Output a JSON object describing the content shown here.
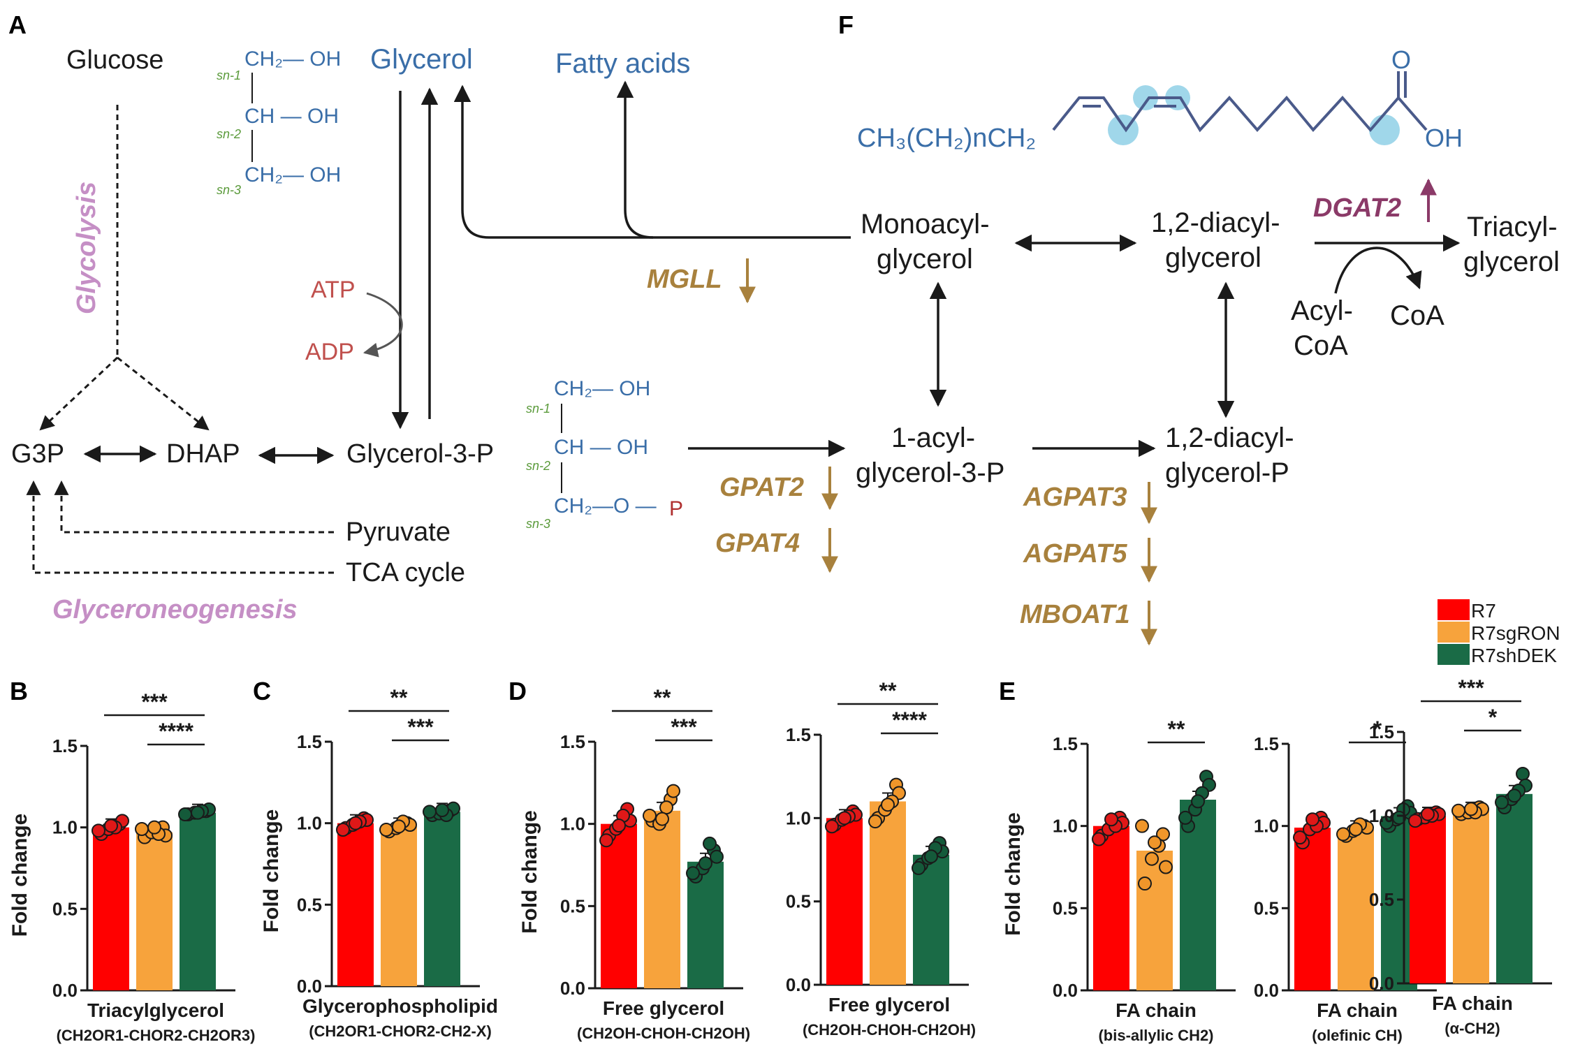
{
  "panel_letters": {
    "A": "A",
    "F": "F",
    "B": "B",
    "C": "C",
    "D": "D",
    "E": "E"
  },
  "colors": {
    "blue": "#3a6ea8",
    "green_label": "#5a9a3a",
    "red_label": "#c0504d",
    "gold": "#a8813d",
    "purple": "#8b3a68",
    "lilac": "#c58fc5",
    "r7": "#ff0000",
    "r7sgron": "#f7a33c",
    "r7shdek": "#1a6b46"
  },
  "panel_a": {
    "glucose": "Glucose",
    "glycolysis": "Glycolysis",
    "glycerol": "Glycerol",
    "fatty_acids": "Fatty acids",
    "glycerol_struct": {
      "row1": "CH₂— OH",
      "row2": "CH — OH",
      "row3": "CH₂— OH",
      "sn1": "sn-1",
      "sn2": "sn-2",
      "sn3": "sn-3"
    },
    "atp": "ATP",
    "adp": "ADP",
    "mgll": "MGLL",
    "g3p": "G3P",
    "dhap": "DHAP",
    "glycerol3p": "Glycerol-3-P",
    "pyruvate": "Pyruvate",
    "tca": "TCA cycle",
    "glyceroneogenesis": "Glyceroneogenesis",
    "g3p_struct": {
      "row1": "CH₂— OH",
      "row2": "CH — OH",
      "row3": "CH₂—O —",
      "p": "P",
      "sn1": "sn-1",
      "sn2": "sn-2",
      "sn3": "sn-3"
    },
    "gpat2": "GPAT2",
    "gpat4": "GPAT4"
  },
  "panel_f": {
    "fa_left": "CH₃(CH₂)nCH₂",
    "fa_o": "O",
    "fa_oh": "OH",
    "monoacyl_1": "Monoacyl-",
    "monoacyl_2": "glycerol",
    "diacyl_1": "1,2-diacyl-",
    "diacyl_2": "glycerol",
    "dgat2": "DGAT2",
    "triacyl_1": "Triacyl-",
    "triacyl_2": "glycerol",
    "acyl_1": "Acyl-",
    "acyl_2": "CoA",
    "coa": "CoA",
    "acylg3p_1": "1-acyl-",
    "acylg3p_2": "glycerol-3-P",
    "diacylp_1": "1,2-diacyl-",
    "diacylp_2": "glycerol-P",
    "agpat3": "AGPAT3",
    "agpat5": "AGPAT5",
    "mboat1": "MBOAT1"
  },
  "legend": [
    "R7",
    "R7sgRON",
    "R7shDEK"
  ],
  "y_axis_label": "Fold change",
  "chart_data": [
    {
      "type": "bar",
      "panel": "B",
      "title": "Triacylglycerol",
      "subtitle": "(CH2OR1-CHOR2-CH2OR3)",
      "ylabel": "Fold change",
      "ylim": [
        0,
        1.5
      ],
      "yticks": [
        "0.0",
        "0.5",
        "1.0",
        "1.5"
      ],
      "series": [
        {
          "name": "R7",
          "values": [
            1.0
          ]
        },
        {
          "name": "R7sgRON",
          "values": [
            0.97
          ]
        },
        {
          "name": "R7shDEK",
          "values": [
            1.09
          ]
        }
      ],
      "points": [
        [
          0.96,
          1.02,
          0.99,
          1.04,
          0.98,
          1.0,
          1.01
        ],
        [
          0.94,
          1.0,
          0.97,
          0.95,
          0.99,
          0.96,
          1.0
        ],
        [
          1.08,
          1.1,
          1.09,
          1.11,
          1.08,
          1.1,
          1.09
        ]
      ],
      "sig": [
        {
          "label": "***",
          "from": 0,
          "to": 2
        },
        {
          "label": "****",
          "from": 1,
          "to": 2
        }
      ]
    },
    {
      "type": "bar",
      "panel": "C",
      "title": "Glycerophospholipid",
      "subtitle": "(CH2OR1-CHOR2-CH2-X)",
      "ylabel": "Fold change",
      "ylim": [
        0,
        1.5
      ],
      "yticks": [
        "0.0",
        "0.5",
        "1.0",
        "1.5"
      ],
      "series": [
        {
          "name": "R7",
          "values": [
            1.0
          ]
        },
        {
          "name": "R7sgRON",
          "values": [
            0.98
          ]
        },
        {
          "name": "R7shDEK",
          "values": [
            1.07
          ]
        }
      ],
      "points": [
        [
          0.97,
          1.03,
          0.99,
          1.02,
          0.96,
          1.01,
          1.0
        ],
        [
          0.95,
          1.0,
          0.97,
          0.99,
          0.96,
          1.01,
          0.98
        ],
        [
          1.05,
          1.08,
          1.06,
          1.09,
          1.07,
          1.05,
          1.08
        ]
      ],
      "sig": [
        {
          "label": "**",
          "from": 0,
          "to": 2
        },
        {
          "label": "***",
          "from": 1,
          "to": 2
        }
      ]
    },
    {
      "type": "bar",
      "panel": "D",
      "title": "Free glycerol",
      "subtitle": "(CH2OH-CHOH-CH2OH)",
      "ylabel": "Fold change",
      "ylim": [
        0,
        1.5
      ],
      "yticks": [
        "0.0",
        "0.5",
        "1.0",
        "1.5"
      ],
      "series": [
        {
          "name": "R7",
          "values": [
            1.0
          ]
        },
        {
          "name": "R7sgRON",
          "values": [
            1.08
          ]
        },
        {
          "name": "R7shDEK",
          "values": [
            0.77
          ]
        }
      ],
      "points": [
        [
          0.93,
          1.09,
          0.97,
          1.02,
          0.9,
          1.05,
          0.99
        ],
        [
          1.02,
          1.15,
          1.0,
          1.2,
          1.05,
          1.1,
          1.03
        ],
        [
          0.68,
          0.84,
          0.73,
          0.8,
          0.7,
          0.88,
          0.76
        ]
      ],
      "sig": [
        {
          "label": "**",
          "from": 0,
          "to": 2
        },
        {
          "label": "***",
          "from": 1,
          "to": 2
        }
      ]
    },
    {
      "type": "bar",
      "panel": "D",
      "title": "Free glycerol",
      "subtitle": "(CH2OH-CHOH-CH2OH)",
      "ylabel": "",
      "ylim": [
        0,
        1.5
      ],
      "yticks": [
        "0.0",
        "0.5",
        "1.0",
        "1.5"
      ],
      "series": [
        {
          "name": "R7",
          "values": [
            1.0
          ]
        },
        {
          "name": "R7sgRON",
          "values": [
            1.1
          ]
        },
        {
          "name": "R7shDEK",
          "values": [
            0.78
          ]
        }
      ],
      "points": [
        [
          0.96,
          1.04,
          0.99,
          1.02,
          0.95,
          1.01,
          1.0
        ],
        [
          1.0,
          1.2,
          1.05,
          1.15,
          0.98,
          1.1,
          1.08
        ],
        [
          0.72,
          0.85,
          0.76,
          0.8,
          0.7,
          0.82,
          0.77
        ]
      ],
      "sig": [
        {
          "label": "**",
          "from": 0,
          "to": 2
        },
        {
          "label": "****",
          "from": 1,
          "to": 2
        }
      ]
    },
    {
      "type": "bar",
      "panel": "E",
      "title": "FA chain",
      "subtitle": "(bis-allylic CH2)",
      "ylabel": "Fold change",
      "ylim": [
        0,
        1.5
      ],
      "yticks": [
        "0.0",
        "0.5",
        "1.0",
        "1.5"
      ],
      "series": [
        {
          "name": "R7",
          "values": [
            1.0
          ]
        },
        {
          "name": "R7sgRON",
          "values": [
            0.85
          ]
        },
        {
          "name": "R7shDEK",
          "values": [
            1.16
          ]
        }
      ],
      "points": [
        [
          0.94,
          1.05,
          0.98,
          1.02,
          0.92,
          1.0,
          1.04
        ],
        [
          0.65,
          0.95,
          0.8,
          0.75,
          1.0,
          0.88,
          0.9
        ],
        [
          1.0,
          1.3,
          1.1,
          1.25,
          1.05,
          1.2,
          1.15
        ]
      ],
      "sig": [
        {
          "label": "**",
          "from": 1,
          "to": 2
        }
      ]
    },
    {
      "type": "bar",
      "panel": "E",
      "title": "FA chain",
      "subtitle": "(olefinic CH)",
      "ylabel": "",
      "ylim": [
        0,
        1.5
      ],
      "yticks": [
        "0.0",
        "0.5",
        "1.0",
        "1.5"
      ],
      "series": [
        {
          "name": "R7",
          "values": [
            0.99
          ]
        },
        {
          "name": "R7sgRON",
          "values": [
            0.98
          ]
        },
        {
          "name": "R7shDEK",
          "values": [
            1.06
          ]
        }
      ],
      "points": [
        [
          0.9,
          1.05,
          0.98,
          1.02,
          0.93,
          1.0,
          1.04
        ],
        [
          0.94,
          1.0,
          0.97,
          0.99,
          0.95,
          1.01,
          0.98
        ],
        [
          1.0,
          1.12,
          1.04,
          1.08,
          1.02,
          1.1,
          1.05
        ]
      ],
      "sig": [
        {
          "label": "*",
          "from": 1,
          "to": 2
        }
      ]
    },
    {
      "type": "bar",
      "panel": "E",
      "title": "FA chain",
      "subtitle": "(α-CH2)",
      "ylabel": "",
      "ylim": [
        0,
        1.5
      ],
      "yticks": [
        "0.0",
        "0.5",
        "1.0",
        "1.5"
      ],
      "series": [
        {
          "name": "R7",
          "values": [
            1.0
          ]
        },
        {
          "name": "R7sgRON",
          "values": [
            1.03
          ]
        },
        {
          "name": "R7shDEK",
          "values": [
            1.13
          ]
        }
      ],
      "points": [
        [
          0.98,
          1.02,
          0.99,
          1.01,
          0.97,
          1.0,
          1.01
        ],
        [
          1.01,
          1.05,
          1.02,
          1.04,
          1.03,
          1.02,
          1.04
        ],
        [
          1.05,
          1.25,
          1.1,
          1.18,
          1.08,
          1.15,
          1.12
        ]
      ],
      "sig": [
        {
          "label": "***",
          "from": 0,
          "to": 2
        },
        {
          "label": "*",
          "from": 1,
          "to": 2
        }
      ]
    }
  ]
}
